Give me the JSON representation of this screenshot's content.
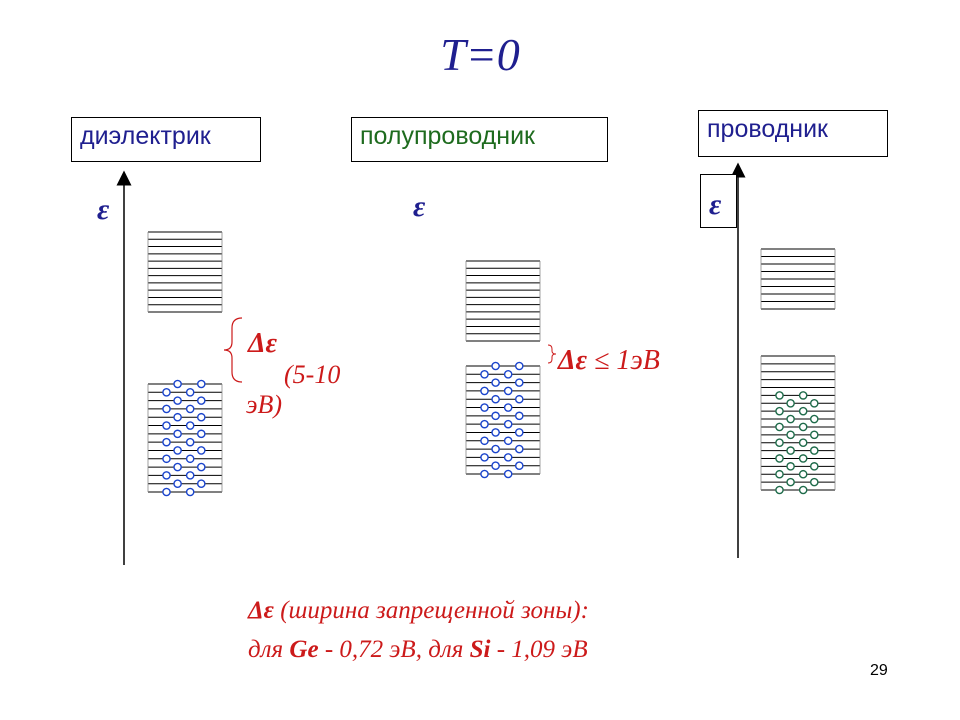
{
  "title": "T=0",
  "labels": {
    "dielectric": "диэлектрик",
    "semiconductor": "полупроводник",
    "conductor": "проводник"
  },
  "axis_symbol": "ε",
  "dielectric_gap": {
    "symbol": "Δε",
    "range": "(5-10",
    "unit": "эВ)"
  },
  "semiconductor_gap": {
    "symbol": "Δε",
    "relation": " ≤ 1эВ"
  },
  "footer": {
    "line1_symbol": "Δε",
    "line1_text": " (ширина запрещенной зоны):",
    "line2_prefix": "для ",
    "line2_ge": "Ge",
    "line2_mid": " - 0,72 эВ, для ",
    "line2_si": "Si",
    "line2_suffix": " - 1,09 эВ"
  },
  "page_number": "29",
  "colors": {
    "title": "#1f1f8f",
    "label_semiconductor": "#1e6b1e",
    "gap_text": "#cc1a1a",
    "electron_dielectric": "#1a44cc",
    "electron_semiconductor": "#1a44cc",
    "electron_conductor": "#1e6b4a"
  }
}
